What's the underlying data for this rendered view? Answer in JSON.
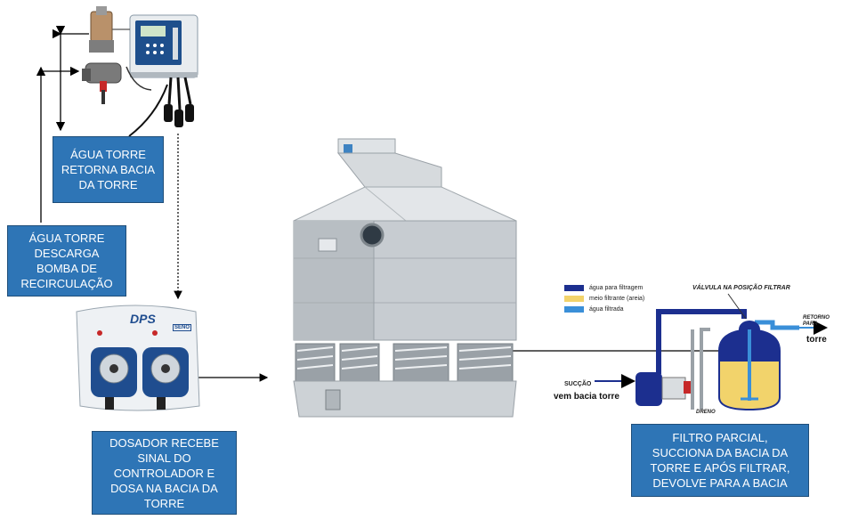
{
  "callouts": {
    "return_basin": [
      "ÁGUA TORRE",
      "RETORNA BACIA",
      "DA TORRE"
    ],
    "discharge_pump": [
      "ÁGUA TORRE",
      "DESCARGA",
      "BOMBA DE",
      "RECIRCULAÇÃO"
    ],
    "dosing": [
      "DOSADOR RECEBE",
      "SINAL DO",
      "CONTROLADOR E",
      "DOSA NA BACIA DA",
      "TORRE"
    ],
    "filter": [
      "FILTRO PARCIAL,",
      "SUCCIONA DA BACIA DA",
      "TORRE E APÓS FILTRAR,",
      "DEVOLVE PARA A BACIA"
    ]
  },
  "dosing_pump": {
    "brand": "DPS",
    "badge": "SENO"
  },
  "filter_diagram": {
    "legend": [
      {
        "label": "água para filtragem",
        "color": "#1c2f8f"
      },
      {
        "label": "meio filtrante (areia)",
        "color": "#f2d36b"
      },
      {
        "label": "água filtrada",
        "color": "#3a8fd8"
      }
    ],
    "valve_label": "VÁLVULA NA POSIÇÃO FILTRAR",
    "return_label": "RETORNO PARA",
    "return_sub": "torre",
    "suction_label": "SUCÇÃO",
    "suction_sub": "vem bacia torre",
    "drain_label": "DRENO"
  },
  "colors": {
    "callout_bg": "#2e75b6",
    "tower_gray": "#c7ccd1"
  }
}
